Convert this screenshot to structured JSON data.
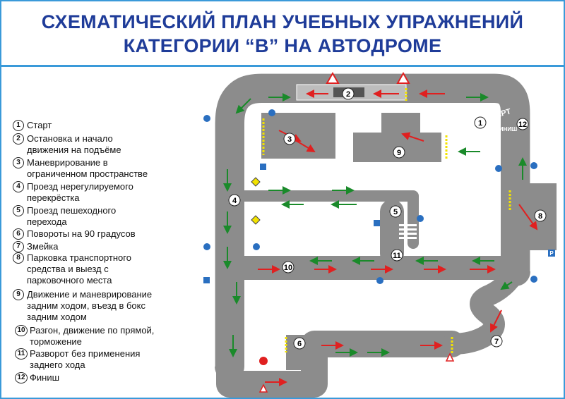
{
  "title": {
    "line1": "СХЕМАТИЧЕСКИЙ ПЛАН УЧЕБНЫХ УПРАЖНЕНИЙ",
    "line2": "КАТЕГОРИИ “В” НА АВТОДРОМЕ"
  },
  "legend": [
    {
      "n": "1",
      "text": "Старт"
    },
    {
      "n": "2",
      "text": "Остановка и начало\nдвижения на подъёме"
    },
    {
      "n": "3",
      "text": "Маневрирование в\nограниченном пространстве"
    },
    {
      "n": "4",
      "text": "Проезд нерегулируемого\nперекрёстка"
    },
    {
      "n": "5",
      "text": "Проезд пешеходного\nперехода"
    },
    {
      "n": "6",
      "text": "Повороты на 90 градусов"
    },
    {
      "n": "7",
      "text": "Змейка"
    },
    {
      "n": "8",
      "text": "Парковка транспортного\nсредства и выезд с\nпарковочного места"
    },
    {
      "n": "9",
      "text": "Движение и маневрирование\nзадним ходом, въезд в бокс\nзадним ходом"
    },
    {
      "n": "10",
      "text": "Разгон, движение по прямой,\nторможение"
    },
    {
      "n": "11",
      "text": "Разворот без применения\nзаднего хода"
    },
    {
      "n": "12",
      "text": "Финиш"
    }
  ],
  "map": {
    "start_label": "СТАРТ",
    "finish_label": "ФИНИШ",
    "parking_sign": "P",
    "markers": [
      "1",
      "2",
      "3",
      "4",
      "5",
      "6",
      "7",
      "8",
      "9",
      "10",
      "11",
      "12"
    ]
  },
  "colors": {
    "road": "#8c8c8c",
    "road_edge": "#ffffff",
    "arrow_red": "#e02020",
    "arrow_green": "#1a8a2a",
    "title_blue": "#1f3c99",
    "frame_blue": "#3a9ad9",
    "stop_line": "#f2e200"
  }
}
